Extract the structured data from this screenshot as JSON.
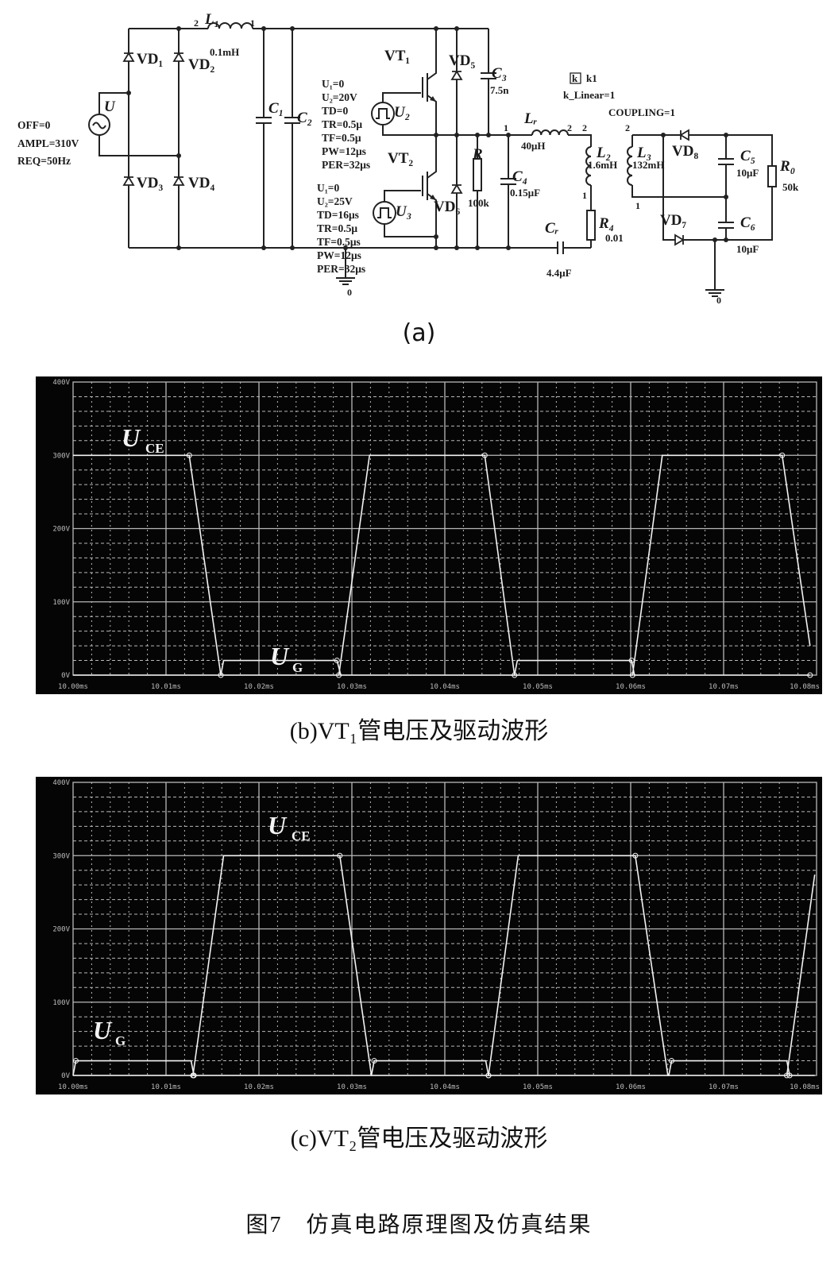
{
  "figure": {
    "caption_a": "(a)",
    "caption_b": "(b)VT₁管电压及驱动波形",
    "caption_c": "(c)VT₂管电压及驱动波形",
    "title": "图7　仿真电路原理图及仿真结果"
  },
  "schematic": {
    "source": {
      "name": "U",
      "params": [
        "OFF=0",
        "AMPL=310V",
        "REQ=50Hz"
      ]
    },
    "L1": {
      "name": "L₁",
      "value": "0.1mH",
      "pin_left": "2",
      "pin_right": "1"
    },
    "VD1": "VD₁",
    "VD2": "VD₂",
    "VD3": "VD₃",
    "VD4": "VD₄",
    "C1": "C₁",
    "C2": "C₂",
    "U2": {
      "name": "U₂",
      "params": [
        "U₁=0",
        "U₂=20V",
        "TD=0",
        "TR=0.5μ",
        "TF=0.5μ",
        "PW=12μs",
        "PER=32μs"
      ]
    },
    "U3": {
      "name": "U₃",
      "params": [
        "U₁=0",
        "U₂=25V",
        "TD=16μs",
        "TR=0.5μ",
        "TF=0.5μs",
        "PW=12μs",
        "PER=32μs"
      ]
    },
    "VT1": "VT₁",
    "VT2": "VT₂",
    "VD5": "VD₅",
    "VD6": "VD₆",
    "C3": {
      "name": "C₃",
      "value": "7.5n"
    },
    "R": {
      "name": "R",
      "value": "100k"
    },
    "C4": {
      "name": "C₄",
      "value": "0.15μF"
    },
    "Lr": {
      "name": "Lᵣ",
      "value": "40μH",
      "pin_left": "1",
      "pin_right": "2"
    },
    "L2": {
      "name": "L₂",
      "value": "1.6mH",
      "pin_top": "2",
      "pin_bottom": "1"
    },
    "L3": {
      "name": "L₃",
      "value": "132mH",
      "pin_top": "2",
      "pin_bottom": "1"
    },
    "R4": {
      "name": "R₄",
      "value": "0.01"
    },
    "Cr": {
      "name": "Cᵣ",
      "value": "4.4μF"
    },
    "coupling": {
      "box_letter": "k",
      "name": "k1",
      "k_linear": "k_Linear=1",
      "coupling": "COUPLING=1"
    },
    "VD7": "VD₇",
    "VD8": "VD₈",
    "C5": {
      "name": "C₅",
      "value": "10μF"
    },
    "C6": {
      "name": "C₆",
      "value": "10μF"
    },
    "R0": {
      "name": "R₀",
      "value": "50k"
    },
    "ground_left": "0",
    "ground_right": "0"
  },
  "colors": {
    "plot_background": "#050505",
    "trace": "#f2f2f2",
    "grid": "#b8b8b8"
  },
  "chart_data": [
    {
      "type": "line",
      "panel": "b",
      "xlim": [
        10.0,
        10.08
      ],
      "ylim": [
        0,
        400
      ],
      "x_unit": "ms",
      "x_tick_values": [
        10.0,
        10.01,
        10.02,
        10.03,
        10.04,
        10.05,
        10.06,
        10.07,
        10.08
      ],
      "x_tick_labels": [
        "10.00ms",
        "10.01ms",
        "10.02ms",
        "10.03ms",
        "10.04ms",
        "10.05ms",
        "10.06ms",
        "10.07ms",
        "10.08ms"
      ],
      "y_tick_values": [
        400,
        300,
        200,
        100,
        0
      ],
      "y_tick_labels": [
        "400V",
        "300V",
        "200V",
        "100V",
        "0V"
      ],
      "grid": true,
      "series": [
        {
          "name": "UCE",
          "label": "U",
          "label_sub": "CE",
          "x": [
            10.0,
            10.0125,
            10.0159,
            10.0286,
            10.0319,
            10.0443,
            10.0475,
            10.0602,
            10.0634,
            10.0763,
            10.0793
          ],
          "y": [
            300,
            300,
            0,
            0,
            300,
            300,
            0,
            0,
            300,
            300,
            40
          ]
        },
        {
          "name": "UG",
          "label": "U",
          "label_sub": "G",
          "x": [
            10.0,
            10.0159,
            10.0162,
            10.0284,
            10.0288,
            10.0475,
            10.0478,
            10.0601,
            10.0604,
            10.0793
          ],
          "y": [
            0,
            0,
            20,
            20,
            0,
            0,
            20,
            20,
            0,
            0
          ]
        }
      ]
    },
    {
      "type": "line",
      "panel": "c",
      "xlim": [
        10.0,
        10.08
      ],
      "ylim": [
        0,
        400
      ],
      "x_unit": "ms",
      "x_tick_values": [
        10.0,
        10.01,
        10.02,
        10.03,
        10.04,
        10.05,
        10.06,
        10.07,
        10.08
      ],
      "x_tick_labels": [
        "10.00ms",
        "10.01ms",
        "10.02ms",
        "10.03ms",
        "10.04ms",
        "10.05ms",
        "10.06ms",
        "10.07ms",
        "10.08ms"
      ],
      "y_tick_values": [
        400,
        300,
        200,
        100,
        0
      ],
      "y_tick_labels": [
        "400V",
        "300V",
        "200V",
        "100V",
        "0V"
      ],
      "grid": true,
      "series": [
        {
          "name": "UCE",
          "label": "U",
          "label_sub": "CE",
          "x": [
            10.0,
            10.0129,
            10.0162,
            10.0287,
            10.0321,
            10.0447,
            10.0479,
            10.0605,
            10.064,
            10.0768,
            10.0798
          ],
          "y": [
            0,
            0,
            300,
            300,
            0,
            0,
            300,
            300,
            0,
            0,
            274
          ]
        },
        {
          "name": "UG",
          "label": "U",
          "label_sub": "G",
          "x": [
            10.0,
            10.0003,
            10.0127,
            10.013,
            10.0321,
            10.0324,
            10.0444,
            10.0447,
            10.0641,
            10.0644,
            10.0768,
            10.0771,
            10.0798
          ],
          "y": [
            0,
            20,
            20,
            0,
            0,
            20,
            20,
            0,
            0,
            20,
            20,
            0,
            0
          ]
        }
      ]
    }
  ]
}
